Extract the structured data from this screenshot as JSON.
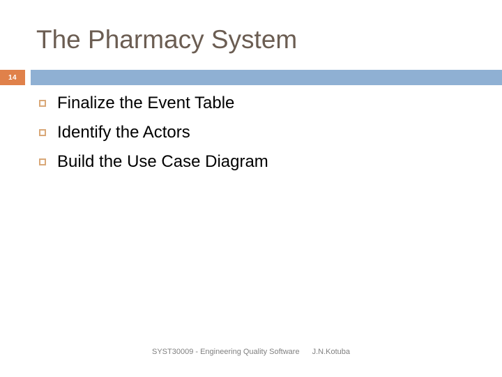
{
  "slide": {
    "title": "The Pharmacy System",
    "slide_number": "14",
    "bullets": [
      {
        "marker": "hollow-square-bullet",
        "text": "Finalize the Event Table"
      },
      {
        "marker": "hollow-square-bullet",
        "text": "Identify the Actors"
      },
      {
        "marker": "hollow-square-bullet",
        "text": "Build the Use Case Diagram"
      }
    ],
    "footer": {
      "course": "SYST30009 - Engineering Quality Software",
      "author": "J.N.Kotuba"
    },
    "colors": {
      "title_text": "#6b5d52",
      "divider_bar": "#8fb0d3",
      "slide_number_badge": "#e0814a",
      "bullet_marker_border": "#d9a878",
      "body_text": "#000000",
      "footer_text": "#808080",
      "background": "#ffffff"
    }
  }
}
